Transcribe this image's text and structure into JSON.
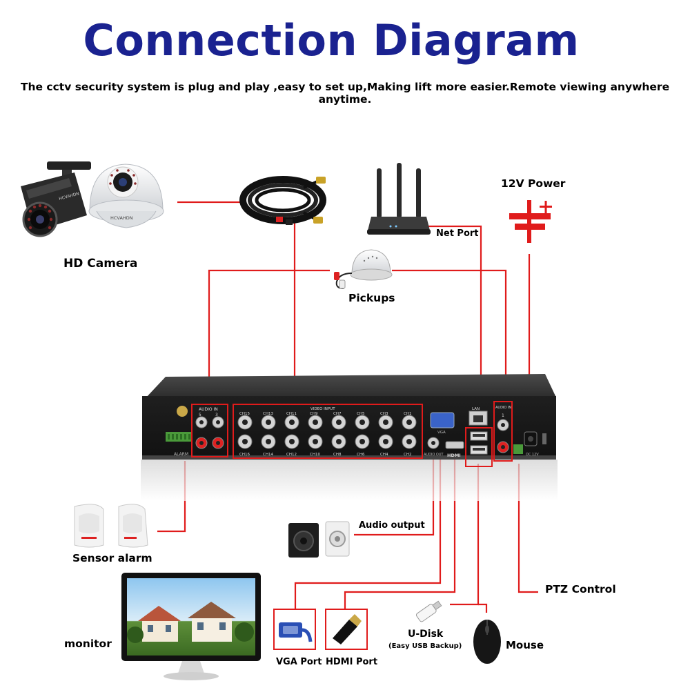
{
  "header": {
    "title": "Connection Diagram",
    "subtitle": "The cctv security system is plug and play ,easy to set up,Making lift more easier.Remote viewing anywhere anytime."
  },
  "labels": {
    "hd_camera": "HD Camera",
    "power": "12V Power",
    "net_port": "Net Port",
    "pickups": "Pickups",
    "audio_output": "Audio output",
    "sensor_alarm": "Sensor alarm",
    "ptz_control": "PTZ Control",
    "monitor": "monitor",
    "vga_port": "VGA Port",
    "hdmi_port": "HDMI Port",
    "udisk": "U-Disk",
    "udisk_note": "(Easy USB Backup)",
    "mouse": "Mouse"
  },
  "dvr_panel": {
    "audio_in_label": "AUDIO IN",
    "video_input_label": "VIDEO INPUT",
    "vga_label": "VGA",
    "lan_label": "LAN",
    "audio_out_label": "AUDIO OUT",
    "hdmi_label": "HDMI",
    "dc_label": "DC 12V",
    "alarm_label": "ALARM",
    "top_channels": [
      "CH15",
      "CH13",
      "CH11",
      "CH9",
      "CH7",
      "CH5",
      "CH3",
      "CH1"
    ],
    "bottom_channels": [
      "CH16",
      "CH14",
      "CH12",
      "CH10",
      "CH8",
      "CH6",
      "CH4",
      "CH2"
    ],
    "audio_top": [
      "5",
      "3"
    ],
    "audio_right": [
      "1"
    ]
  },
  "camera_brand": "HCVAHDN",
  "colors": {
    "title": "#1a2290",
    "wire": "#e01b1b",
    "dvr_body": "#2a2a2a",
    "highlight_box": "#e01b1b"
  }
}
